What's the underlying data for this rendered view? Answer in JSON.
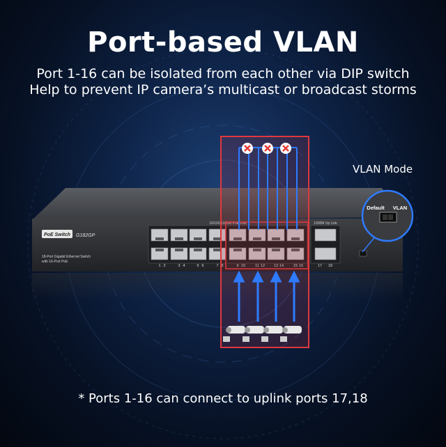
{
  "title": "Port-based VLAN",
  "subtitle_line1": "Port 1-16 can be isolated from each other via DIP switch",
  "subtitle_line2": "Help to prevent IP camera’s multicast or broadcast storms",
  "vlan_mode_label": "VLAN  Mode",
  "dip_switch": {
    "default_label": "Default",
    "vlan_label": "VLAN"
  },
  "switch_panel": {
    "brand_badge": "PoE Switch",
    "model": "G182GP",
    "description_line1": "18-Port Gigabit Ethernet Switch",
    "description_line2": "with 16-Port PoE",
    "poe_ports_caption": "10/100/1000M PoE Link",
    "uplink_caption": "1000M Up Link",
    "port_labels_top_row": [
      "1",
      "3",
      "5",
      "7",
      "9",
      "11",
      "13",
      "15"
    ],
    "port_labels_bottom_row": [
      "2",
      "4",
      "6",
      "8",
      "10",
      "12",
      "14",
      "16"
    ],
    "uplink_labels": [
      "17",
      "18"
    ]
  },
  "footnote": "* Ports 1-16 can connect to uplink ports 17,18",
  "colors": {
    "highlight_border": "#e0383e",
    "connection_line": "#2f7bff",
    "blocked_mark": "#e53935"
  }
}
